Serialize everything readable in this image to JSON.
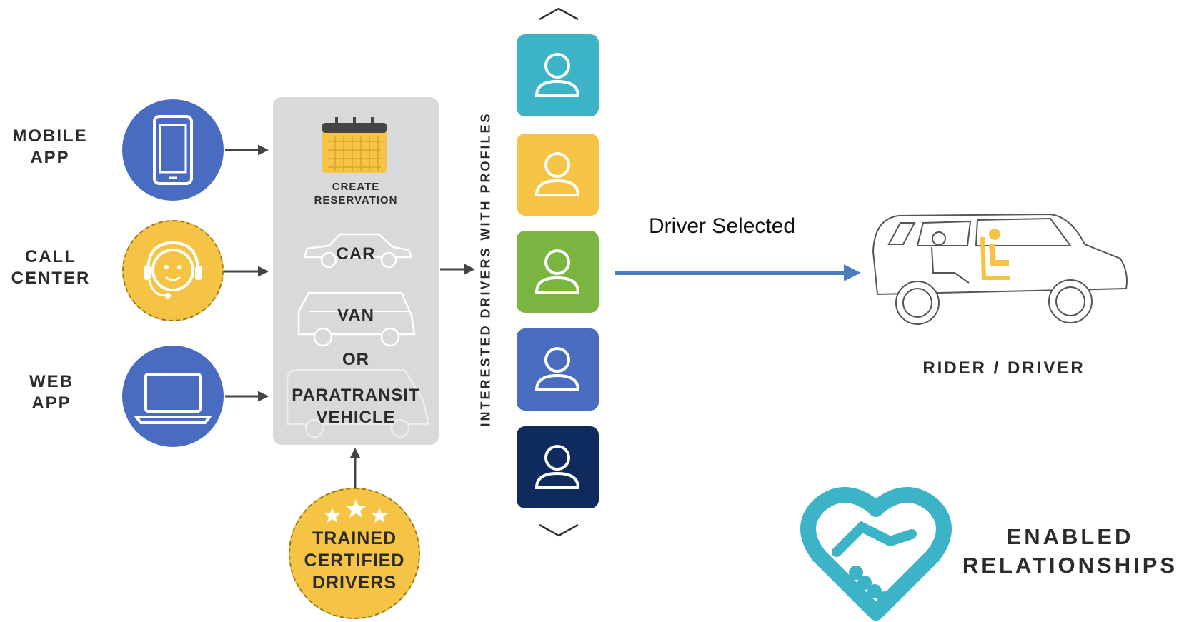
{
  "channels": {
    "mobile": [
      "MOBILE",
      "APP"
    ],
    "call": [
      "CALL",
      "CENTER"
    ],
    "web": [
      "WEB",
      "APP"
    ]
  },
  "panel": {
    "create": [
      "CREATE",
      "RESERVATION"
    ],
    "car": "CAR",
    "van": "VAN",
    "or": "OR",
    "paratransit": [
      "PARATRANSIT",
      "VEHICLE"
    ]
  },
  "trained": [
    "TRAINED",
    "CERTIFIED",
    "DRIVERS"
  ],
  "drivers_label": "INTERESTED DRIVERS WITH PROFILES",
  "driver_selected": "Driver Selected",
  "rider_driver": "RIDER / DRIVER",
  "enabled": [
    "ENABLED",
    "RELATIONSHIPS"
  ],
  "colors": {
    "blue": "#4a6cc0",
    "yellow": "#f5c444",
    "teal": "#3cb3c6",
    "green": "#7ab542",
    "navy": "#0f2a5c",
    "panel": "#d8d9db",
    "arrow_blue": "#4a7cc0"
  },
  "icons": [
    "phone-icon",
    "headset-agent-icon",
    "laptop-icon",
    "calendar-icon",
    "user-icon",
    "star-icon",
    "handshake-heart-icon",
    "car-icon",
    "van-icon"
  ]
}
